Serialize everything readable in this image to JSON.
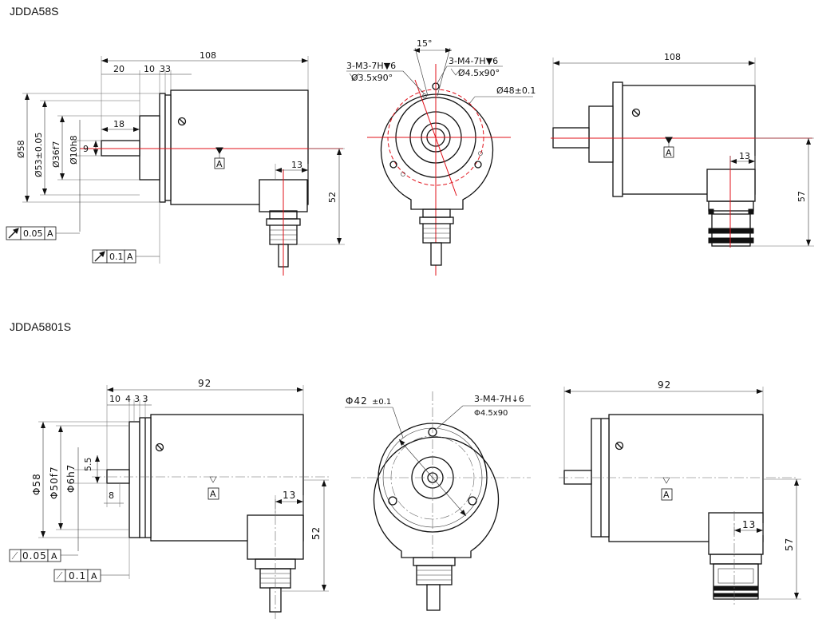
{
  "titles": {
    "top": "JDDA58S",
    "bottom": "JDDA5801S"
  },
  "datum": "A",
  "top": {
    "side": {
      "length": "108",
      "d20": "20",
      "d10": "10",
      "d33": "33",
      "d18": "18",
      "dia58": "Ø58",
      "dia53": "Ø53±0.05",
      "dia36": "Ø36f7",
      "dia10": "Ø10h8",
      "d9": "9",
      "conn13": "13",
      "h52": "52",
      "tol1": "0.05",
      "tol2": "0.1"
    },
    "front": {
      "angle": "15°",
      "holes1_a": "3-M3-7H▼6",
      "holes1_b": "Ø3.5x90°",
      "holes2_a": "3-M4-7H▼6",
      "holes2_b": "Ø4.5x90°",
      "pcd": "Ø48±0.1"
    },
    "rear": {
      "length": "108",
      "conn13": "13",
      "h57": "57"
    }
  },
  "bottom": {
    "side": {
      "length": "92",
      "d10": "10",
      "d4": "4",
      "d33": "3 3",
      "dia58": "Φ58",
      "dia50": "Φ50f7",
      "dia6": "Φ6h7",
      "d55": "5.5",
      "d8": "8",
      "conn13": "13",
      "h52": "52",
      "tol1": "0.05",
      "tol2": "0.1"
    },
    "front": {
      "pcd_main": "Φ42",
      "pcd_tol": "±0.1",
      "holes_a": "3-M4-7H↓6",
      "holes_b": "Φ4.5x90"
    },
    "rear": {
      "length": "92",
      "conn13": "13",
      "h57": "57"
    }
  }
}
